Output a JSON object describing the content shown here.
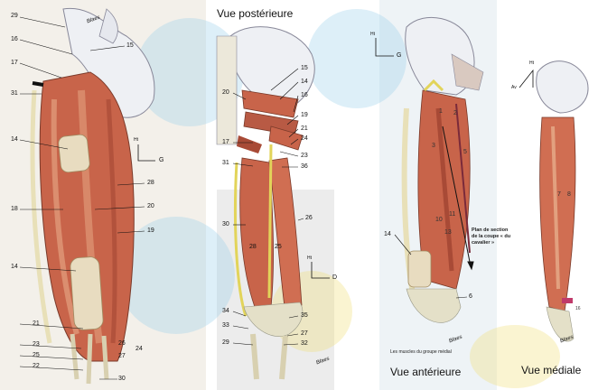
{
  "titles": {
    "posterior": "Vue postérieure",
    "anterior": "Vue antérieure",
    "medial": "Vue médiale"
  },
  "caption": "Les muscles du groupe médial",
  "section_plane": "Plan de section de la coupe « du cavalier »",
  "orientation": {
    "p1_up": "Ht",
    "p1_side": "G",
    "p2_up": "Ht",
    "p2_side": "D",
    "p3_up": "Ht",
    "p3_side": "G",
    "p4_up": "Ht",
    "p4_side": "Av"
  },
  "labels_p1": [
    "29",
    "16",
    "15",
    "17",
    "31",
    "14",
    "G",
    "28",
    "18",
    "20",
    "19",
    "14",
    "21",
    "23",
    "26",
    "24",
    "25",
    "27",
    "22",
    "30"
  ],
  "labels_p2": [
    "15",
    "14",
    "20",
    "16",
    "19",
    "21",
    "17",
    "24",
    "23",
    "31",
    "36",
    "30",
    "26",
    "28",
    "25",
    "34",
    "35",
    "33",
    "27",
    "29",
    "32"
  ],
  "labels_p3": [
    "14",
    "6",
    "5",
    "1",
    "2",
    "3",
    "10",
    "11",
    "13"
  ],
  "labels_p4": [
    "7",
    "8",
    "16"
  ],
  "signature": "Blaes",
  "colors": {
    "muscle": "#c8644a",
    "muscle_light": "#e2a07f",
    "tendon": "#e4e0c8",
    "bone": "#eef0f4",
    "nerve": "#e2d45a",
    "vessel": "#7a2a3a",
    "watermark": "#9fd0ea"
  }
}
